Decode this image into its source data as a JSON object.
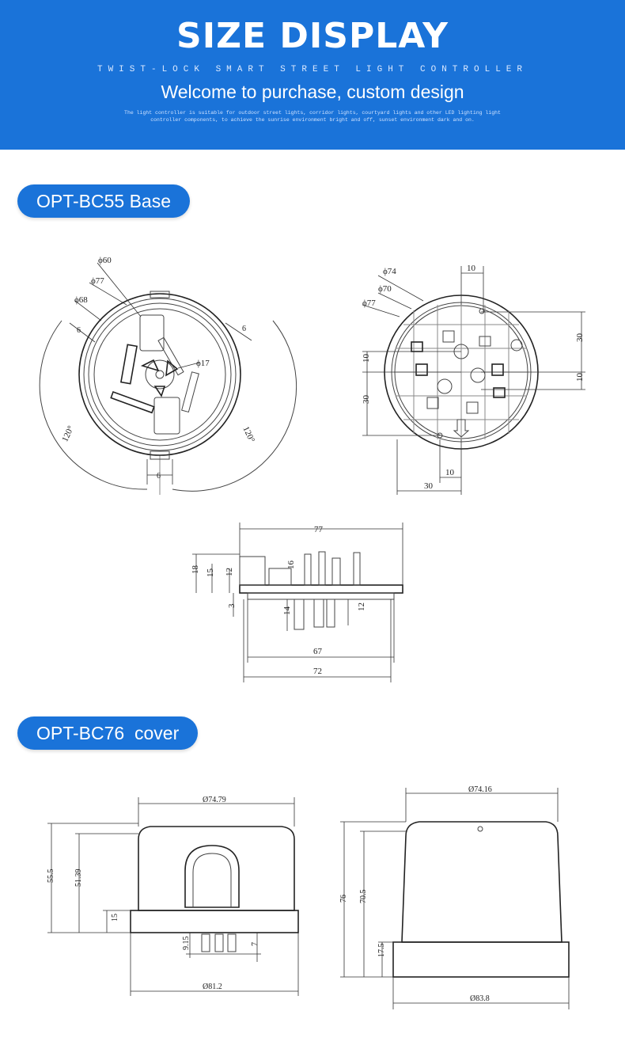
{
  "banner": {
    "title": "SIZE DISPLAY",
    "subtitle": "TWIST-LOCK SMART STREET LIGHT CONTROLLER",
    "welcome": "Welcome to purchase, custom design",
    "description": "The light controller is suitable for outdoor street lights, corridor lights, courtyard lights and other LED lighting light controller components, to achieve the sunrise environment bright and off, sunset environment dark and on."
  },
  "sections": [
    {
      "label": "OPT-BC55 Base"
    },
    {
      "label": "OPT-BC76  cover"
    }
  ],
  "base_top": {
    "d60": "ϕ60",
    "d77": "ϕ77",
    "d68": "ϕ68",
    "d17": "ϕ17",
    "six_left": "6",
    "six_right": "6",
    "six_bottom": "6",
    "angle_left": "120°",
    "angle_right": "120°"
  },
  "base_bottom": {
    "d74": "ϕ74",
    "d70": "ϕ70",
    "d77": "ϕ77",
    "top10": "10",
    "right30": "30",
    "right10": "10",
    "left10": "10",
    "left30": "30",
    "bottom10": "10",
    "bottom30": "30"
  },
  "base_side": {
    "w77": "77",
    "h18": "18",
    "h15": "15",
    "h12a": "12",
    "h16": "16",
    "h3": "3",
    "h14": "14",
    "h12b": "12",
    "w67": "67",
    "w72": "72"
  },
  "cover_left": {
    "top_dia": "Ø74.79",
    "h55": "55.5",
    "h51": "51.39",
    "h15": "15",
    "h9": "9.15",
    "h7": "7",
    "bottom_dia": "Ø81.2"
  },
  "cover_right": {
    "top_dia": "Ø74.16",
    "h76": "76",
    "h70": "70.5",
    "h17": "17.5",
    "bottom_dia": "Ø83.8"
  }
}
